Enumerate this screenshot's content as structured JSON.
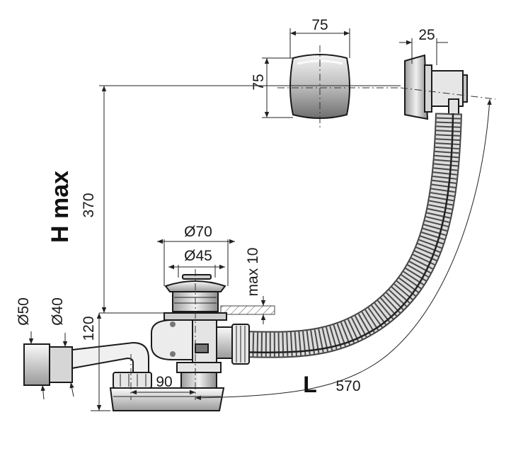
{
  "labels": {
    "cap_width": "75",
    "cap_height": "75",
    "overflow_depth": "25",
    "h_max": "H max",
    "h_value": "370",
    "outer_diameter": "Ø70",
    "inner_diameter": "Ø45",
    "max_thickness": "max 10",
    "pipe_d50": "Ø50",
    "pipe_d40": "Ø40",
    "trap_height": "120",
    "trap_offset": "90",
    "length_label": "L",
    "length_value": "570"
  },
  "colors": {
    "line": "#222222",
    "metal_light": "#e9e9e9",
    "metal_mid": "#bdbdbd",
    "metal_dark": "#7a7a7a",
    "hose_fill": "#d8d8d8",
    "hose_rib": "#555555"
  }
}
